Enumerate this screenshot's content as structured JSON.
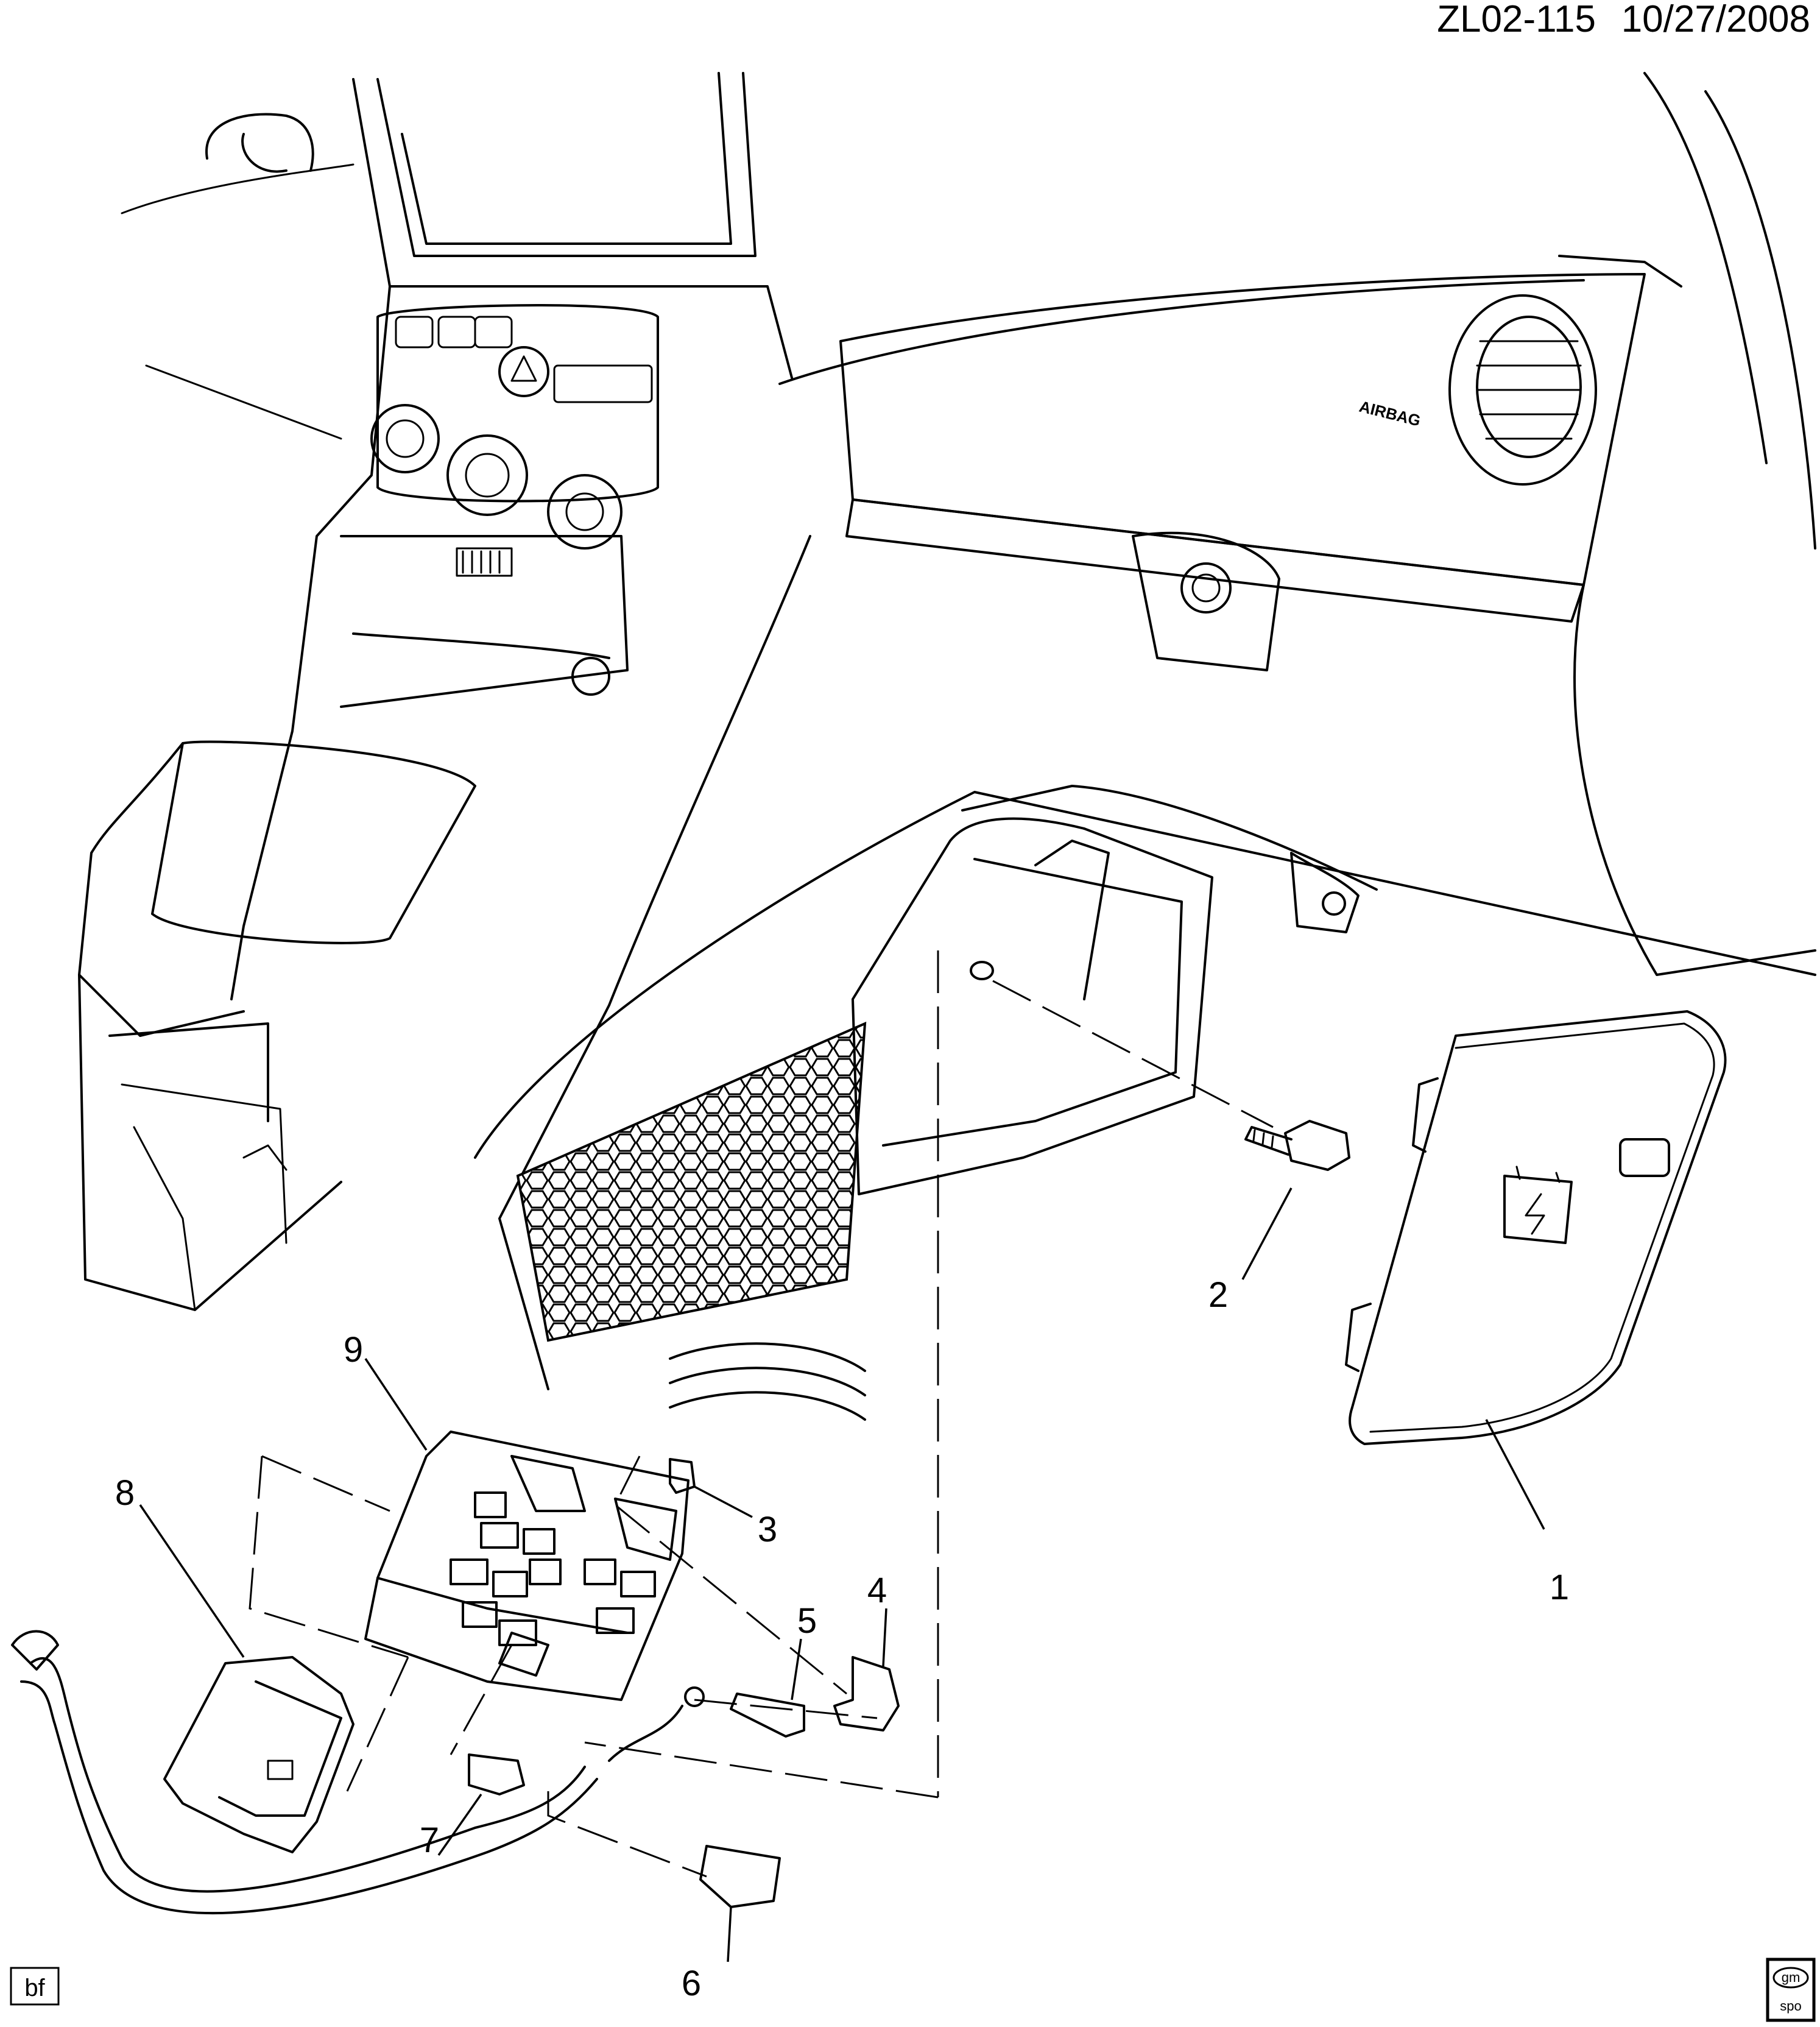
{
  "header": {
    "diagram_code": "ZL02-115",
    "date": "10/27/2008"
  },
  "panel_labels": {
    "airbag": "AIRBAG"
  },
  "callouts": [
    "1",
    "2",
    "3",
    "4",
    "5",
    "6",
    "7",
    "8",
    "9"
  ],
  "footer": {
    "artist_initials": "bf",
    "logo_top": "gm",
    "logo_bottom": "spo"
  }
}
